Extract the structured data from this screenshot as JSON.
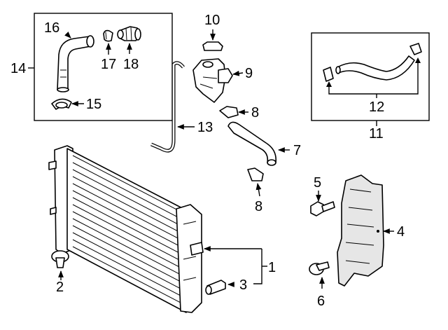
{
  "callouts": {
    "c1": "1",
    "c2": "2",
    "c3": "3",
    "c4": "4",
    "c5": "5",
    "c6": "6",
    "c7": "7",
    "c8a": "8",
    "c8b": "8",
    "c9": "9",
    "c10": "10",
    "c11": "11",
    "c12": "12",
    "c13": "13",
    "c14": "14",
    "c15": "15",
    "c16": "16",
    "c17": "17",
    "c18": "18"
  },
  "icons": [
    "radiator",
    "drain-plug",
    "push-pin-clip",
    "bolt",
    "shroud-panel",
    "hose",
    "hose-clamp",
    "thermostat-housing",
    "cap",
    "overflow-tube"
  ]
}
